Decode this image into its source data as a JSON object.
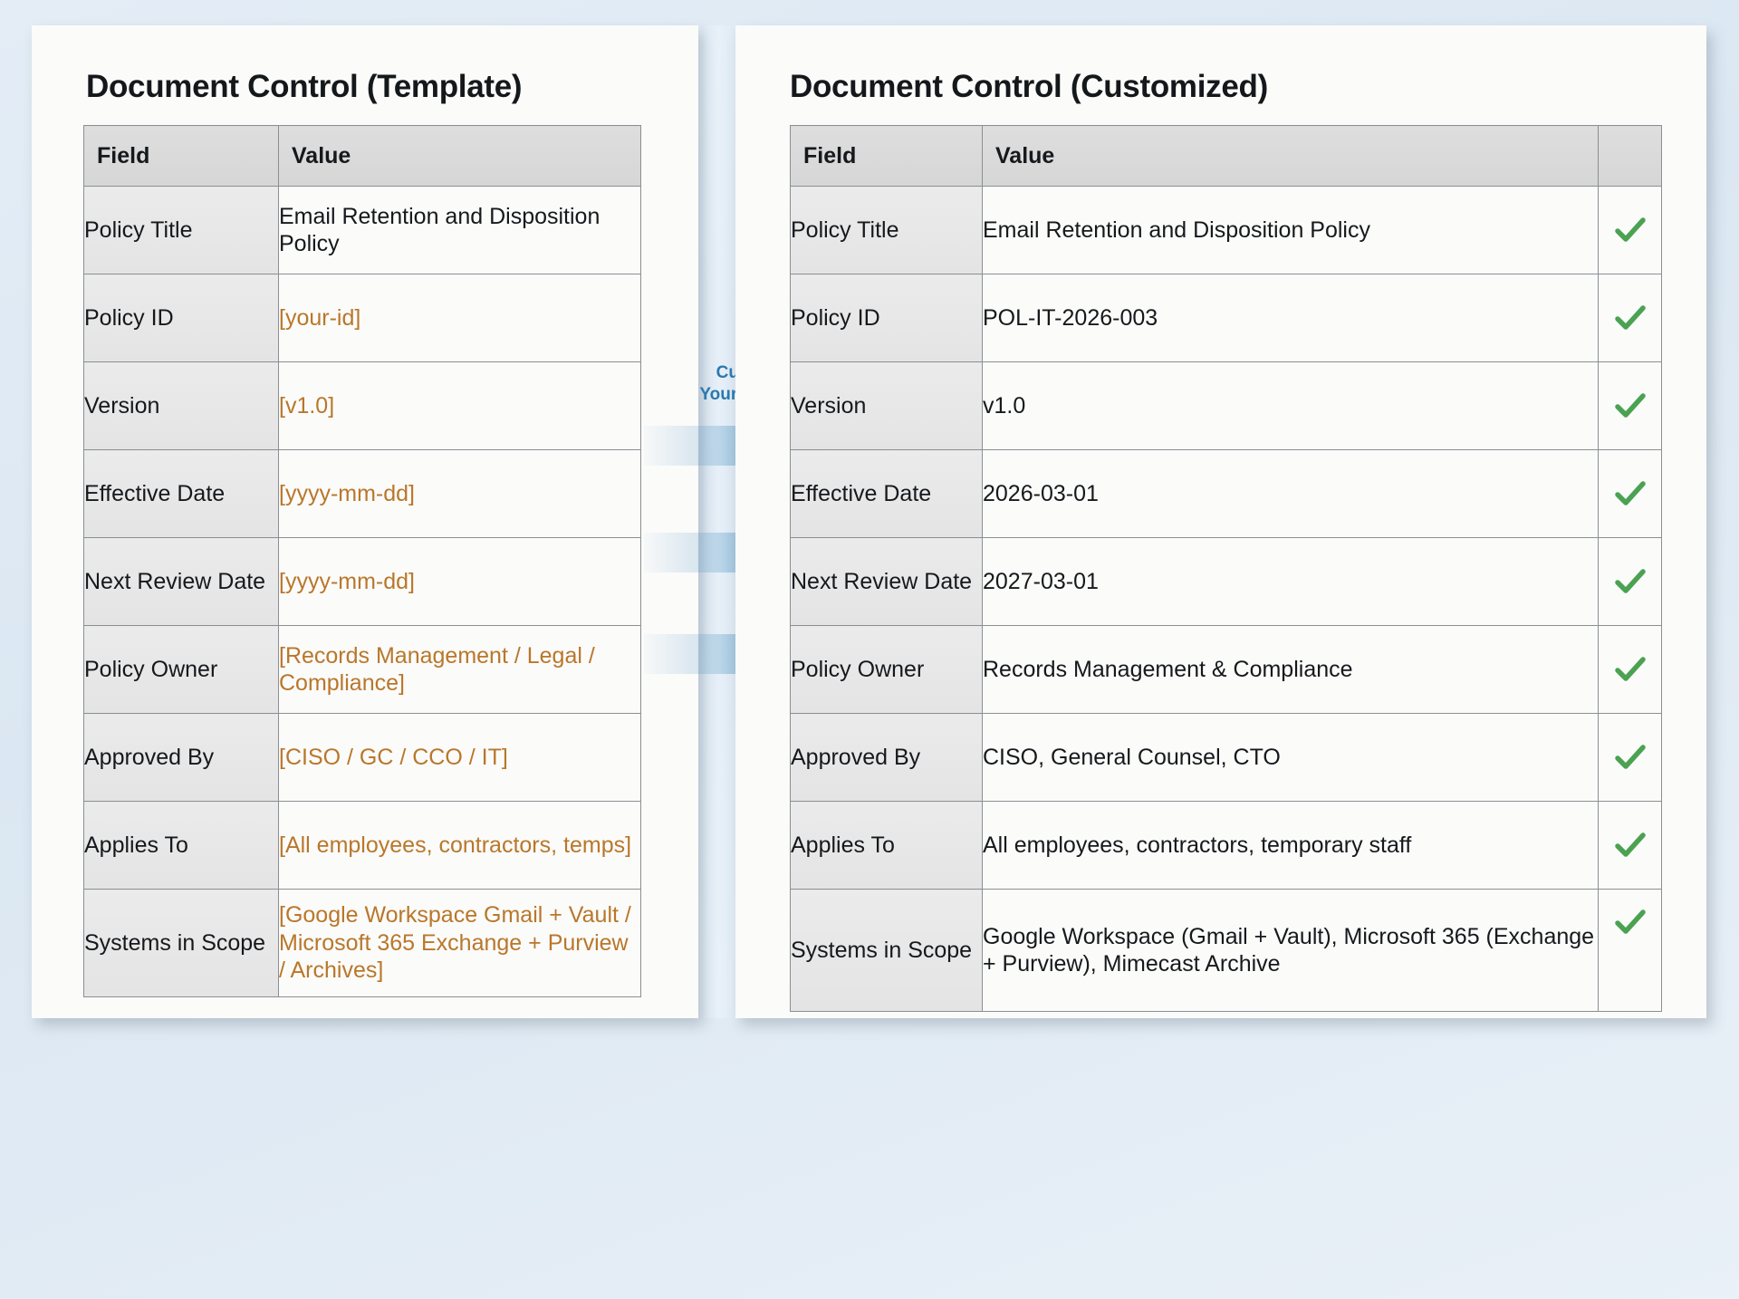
{
  "background_color": "#dfe9f3",
  "accent_color": "#2a79b0",
  "placeholder_color": "#b9772a",
  "check_color": "#4ba252",
  "left_panel": {
    "title": "Document Control (Template)",
    "columns": [
      "Field",
      "Value"
    ],
    "rows": [
      {
        "field": "Policy Title",
        "value": "Email Retention and Disposition Policy",
        "is_placeholder": false
      },
      {
        "field": "Policy ID",
        "value": "[your-id]",
        "is_placeholder": true
      },
      {
        "field": "Version",
        "value": "[v1.0]",
        "is_placeholder": true
      },
      {
        "field": "Effective Date",
        "value": "[yyyy-mm-dd]",
        "is_placeholder": true
      },
      {
        "field": "Next Review Date",
        "value": "[yyyy-mm-dd]",
        "is_placeholder": true
      },
      {
        "field": "Policy Owner",
        "value": "[Records Management / Legal / Compliance]",
        "is_placeholder": true
      },
      {
        "field": "Approved By",
        "value": "[CISO / GC / CCO / IT]",
        "is_placeholder": true
      },
      {
        "field": "Applies To",
        "value": "[All employees, contractors, temps]",
        "is_placeholder": true
      },
      {
        "field": "Systems in Scope",
        "value": "[Google Workspace Gmail + Vault / Microsoft 365 Exchange + Purview / Archives]",
        "is_placeholder": true
      }
    ]
  },
  "right_panel": {
    "title": "Document Control (Customized)",
    "columns": [
      "Field",
      "Value"
    ],
    "rows": [
      {
        "field": "Policy Title",
        "value": "Email Retention and Disposition Policy",
        "checked": true
      },
      {
        "field": "Policy ID",
        "value": "POL-IT-2026-003",
        "checked": true
      },
      {
        "field": "Version",
        "value": "v1.0",
        "checked": true
      },
      {
        "field": "Effective Date",
        "value": "2026-03-01",
        "checked": true
      },
      {
        "field": "Next Review Date",
        "value": "2027-03-01",
        "checked": true
      },
      {
        "field": "Policy Owner",
        "value": "Records Management & Compliance",
        "checked": true
      },
      {
        "field": "Approved By",
        "value": "CISO, General Counsel, CTO",
        "checked": true
      },
      {
        "field": "Applies To",
        "value": "All employees, contractors, temporary staff",
        "checked": true
      },
      {
        "field": "Systems in Scope",
        "value": "Google Workspace (Gmail + Vault), Microsoft 365 (Exchange + Purview), Mimecast Archive",
        "checked": true
      }
    ]
  },
  "connector": {
    "label_line1": "Customize for",
    "label_line2": "Your Organization",
    "arrow_count": 3
  }
}
